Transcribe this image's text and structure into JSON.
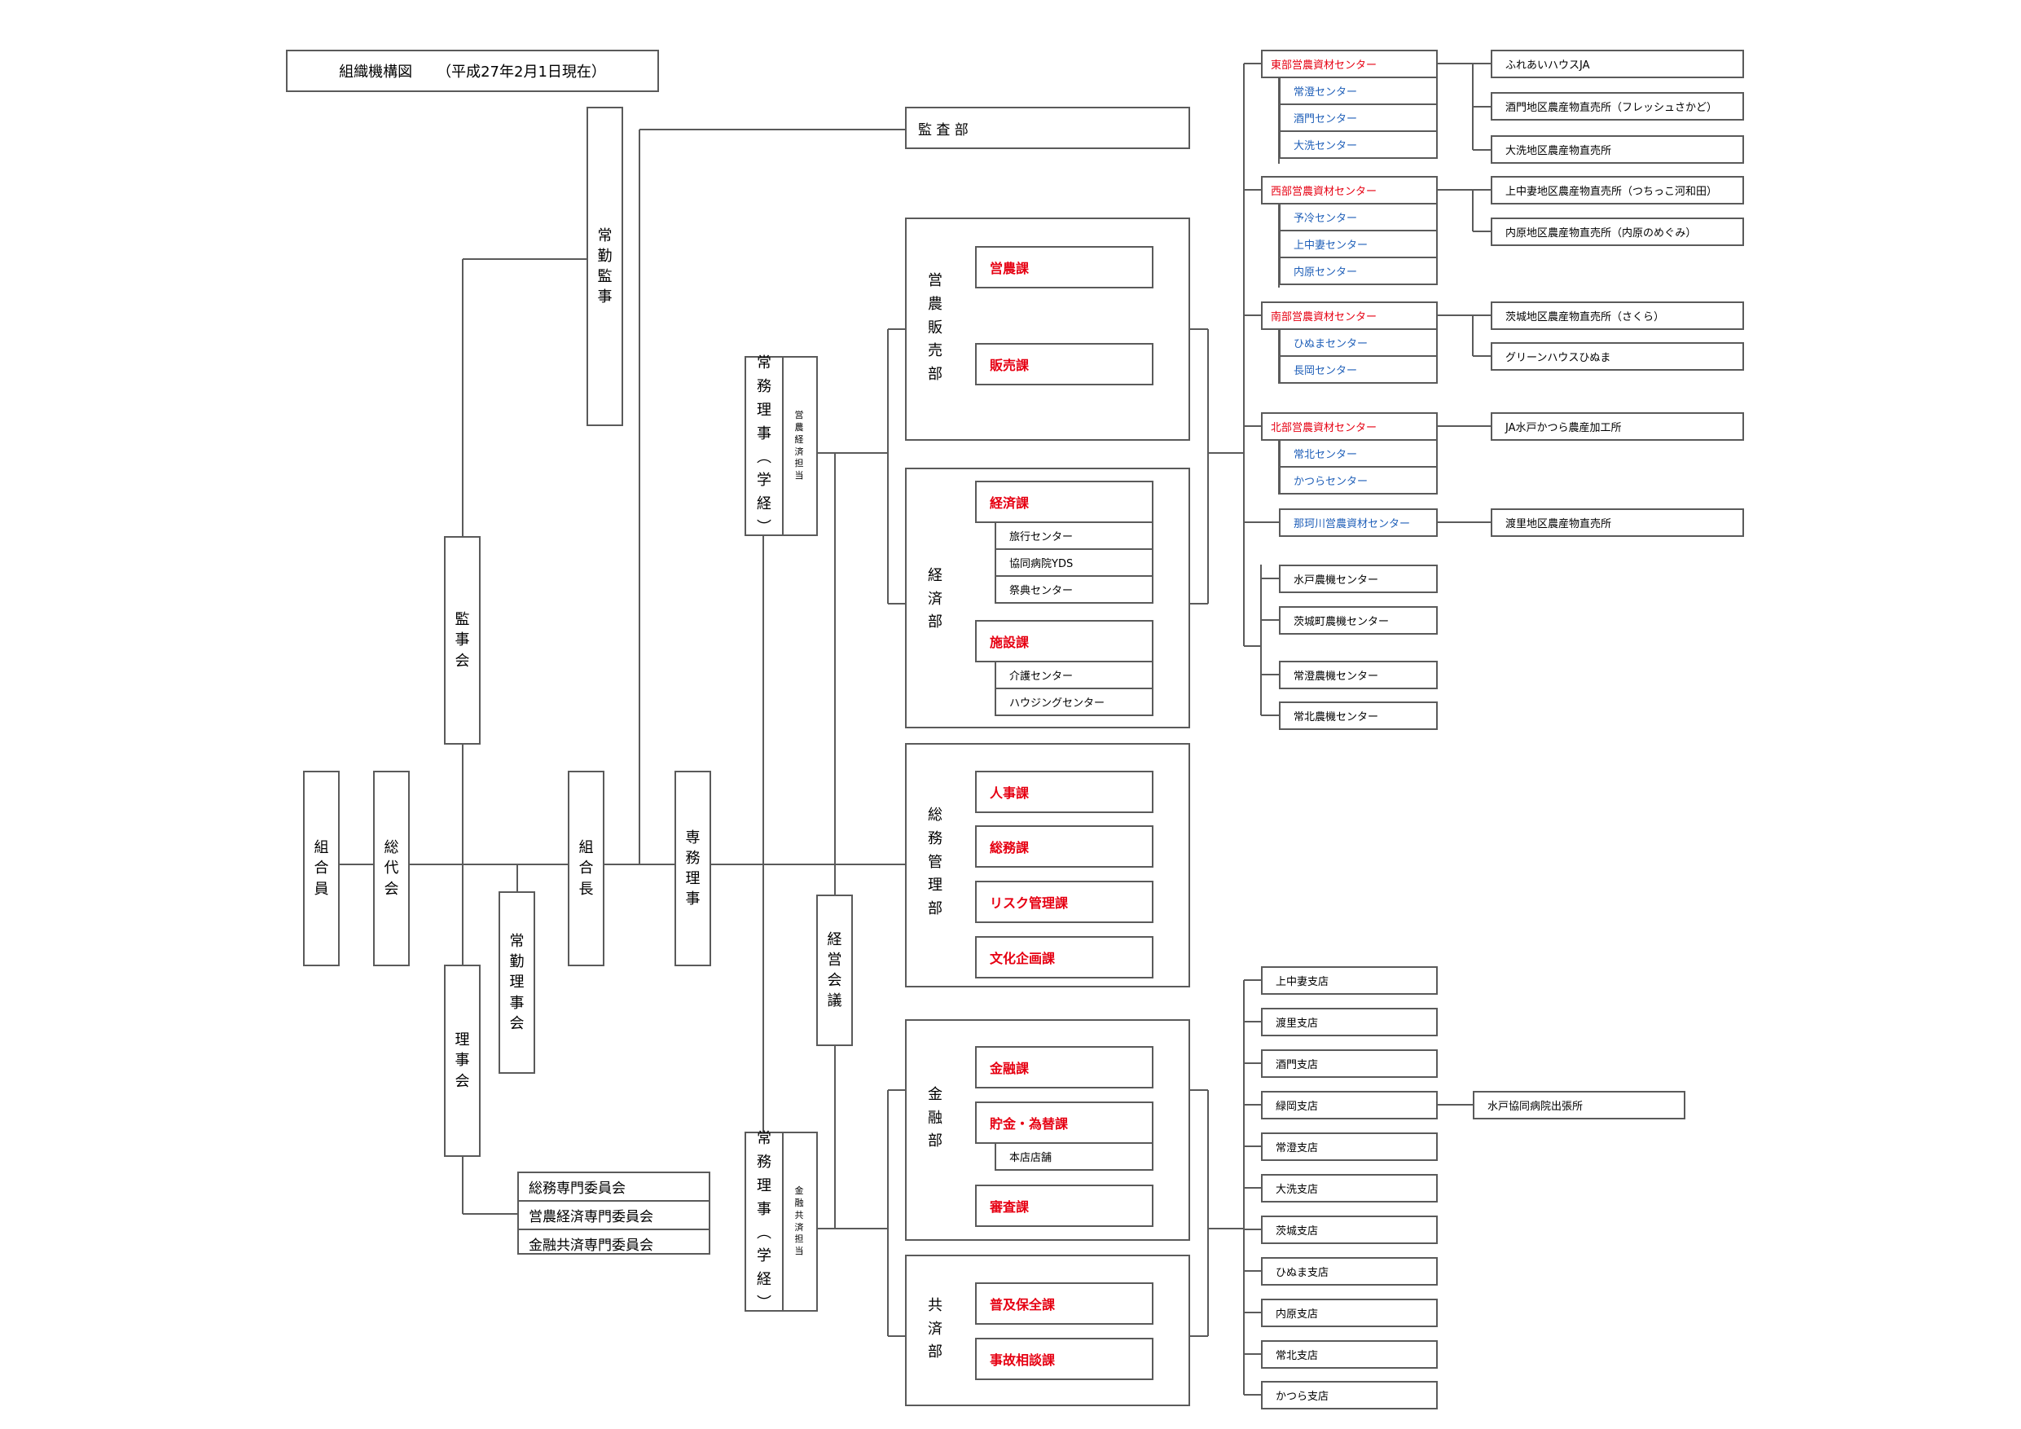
{
  "title": "組織機構図",
  "date": "（平成27年2月1日現在）",
  "left": {
    "kumiaiin": "組合員",
    "soudaikai": "総代会",
    "kanjikai": "監事会",
    "joukinkanji": "常勤監事",
    "rijikai": "理事会",
    "joukinrijikai": "常勤理事会",
    "kumiaichou": "組合長",
    "senmuriji": "専務理事",
    "committees": [
      "総務専門委員会",
      "営農経済専門委員会",
      "金融共済専門委員会"
    ]
  },
  "executives": {
    "jomu1": "常務理事（学経）",
    "jomu1_role": "営農経済担当",
    "jomu2": "常務理事（学経）",
    "jomu2_role": "金融共済担当",
    "keieikaigi": "経営会議"
  },
  "audit": "監 査 部",
  "departments": {
    "einou": {
      "name": "営農販売部",
      "sections": [
        "営農課",
        "販売課"
      ]
    },
    "keizai": {
      "name": "経済部",
      "keizaika": "経済課",
      "keizai_subs": [
        "旅行センター",
        "協同病院YDS",
        "祭典センター"
      ],
      "shisetsuka": "施設課",
      "shisetsu_subs": [
        "介護センター",
        "ハウジングセンター"
      ]
    },
    "soumu": {
      "name": "総務管理部",
      "sections": [
        "人事課",
        "総務課",
        "リスク管理課",
        "文化企画課"
      ]
    },
    "kinyu": {
      "name": "金融部",
      "sections": [
        "金融課",
        "貯金・為替課",
        "審査課"
      ],
      "tenpo": "本店店舗"
    },
    "kyosai": {
      "name": "共済部",
      "sections": [
        "普及保全課",
        "事故相談課"
      ]
    }
  },
  "centers": [
    {
      "name": "東部営農資材センター",
      "subs": [
        "常澄センター",
        "酒門センター",
        "大洗センター"
      ],
      "outlets": [
        "ふれあいハウスJA",
        "酒門地区農産物直売所（フレッシュさかど）",
        "大洗地区農産物直売所"
      ]
    },
    {
      "name": "西部営農資材センター",
      "subs": [
        "予冷センター",
        "上中妻センター",
        "内原センター"
      ],
      "outlets": [
        "上中妻地区農産物直売所（つちっこ河和田）",
        "内原地区農産物直売所（内原のめぐみ）"
      ]
    },
    {
      "name": "南部営農資材センター",
      "subs": [
        "ひぬまセンター",
        "長岡センター"
      ],
      "outlets": [
        "茨城地区農産物直売所（さくら）",
        "グリーンハウスひぬま"
      ]
    },
    {
      "name": "北部営農資材センター",
      "subs": [
        "常北センター",
        "かつらセンター"
      ],
      "outlets": [
        "JA水戸かつら農産加工所"
      ]
    },
    {
      "name": "那珂川営農資材センター",
      "subs": [],
      "outlets": [
        "渡里地区農産物直売所"
      ]
    }
  ],
  "machinery": [
    "水戸農機センター",
    "茨城町農機センター",
    "常澄農機センター",
    "常北農機センター"
  ],
  "branches": [
    "上中妻支店",
    "渡里支店",
    "酒門支店",
    "緑岡支店",
    "常澄支店",
    "大洗支店",
    "茨城支店",
    "ひぬま支店",
    "内原支店",
    "常北支店",
    "かつら支店"
  ],
  "branch_office": "水戸協同病院出張所",
  "colors": {
    "red": "#e60012",
    "blue": "#1f5fb8",
    "line": "#5a5a5a"
  }
}
